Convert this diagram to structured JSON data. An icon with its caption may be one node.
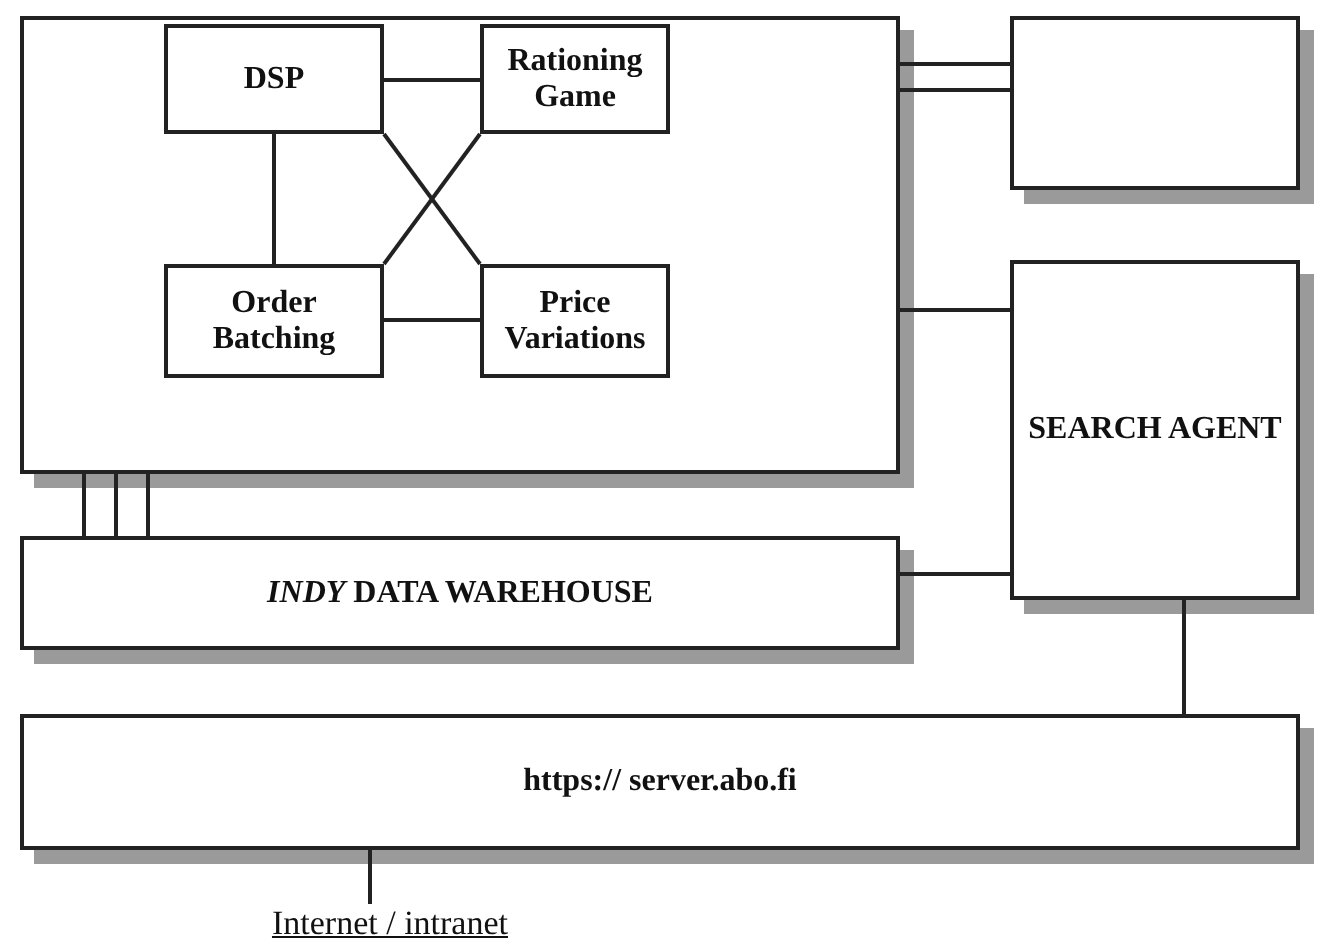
{
  "diagram": {
    "nodes": [
      {
        "text": [],
        "shape": "box"
      },
      {
        "text": [
          "DSP"
        ],
        "in": 0
      },
      {
        "text": [
          "Rationing Game"
        ],
        "in": 0
      },
      {
        "text": [
          "Order Batching"
        ],
        "in": 0
      },
      {
        "text": [
          "Price Variations"
        ],
        "in": 0
      },
      {
        "text": [],
        "shape": "box"
      },
      {
        "text": [
          "SEARCH AGENT"
        ]
      },
      {
        "text": [
          "*INDY* DATA WAREHOUSE"
        ]
      },
      {
        "text": [
          "https:// server.abo.fi"
        ]
      },
      {
        "text": [
          "Internet / intranet"
        ]
      }
    ],
    "edges": [
      {
        "from": 1,
        "to": 2,
        "arrow": "none"
      },
      {
        "from": 1,
        "to": 3,
        "arrow": "none"
      },
      {
        "from": 3,
        "to": 4,
        "arrow": "none"
      },
      {
        "from": 1,
        "to": 4,
        "arrow": "none"
      },
      {
        "from": 2,
        "to": 3,
        "arrow": "none"
      },
      {
        "from": 0,
        "to": 5,
        "arrow": "none"
      },
      {
        "from": 0,
        "to": 5,
        "arrow": "none"
      },
      {
        "from": 0,
        "to": 6,
        "arrow": "none"
      },
      {
        "from": 7,
        "to": 6,
        "arrow": "none"
      },
      {
        "from": 0,
        "to": 7,
        "arrow": "none"
      },
      {
        "from": 0,
        "to": 7,
        "arrow": "none"
      },
      {
        "from": 0,
        "to": 7,
        "arrow": "none"
      },
      {
        "from": 6,
        "to": 8,
        "arrow": "none"
      },
      {
        "from": 8,
        "to": 9,
        "arrow": "none"
      }
    ]
  }
}
